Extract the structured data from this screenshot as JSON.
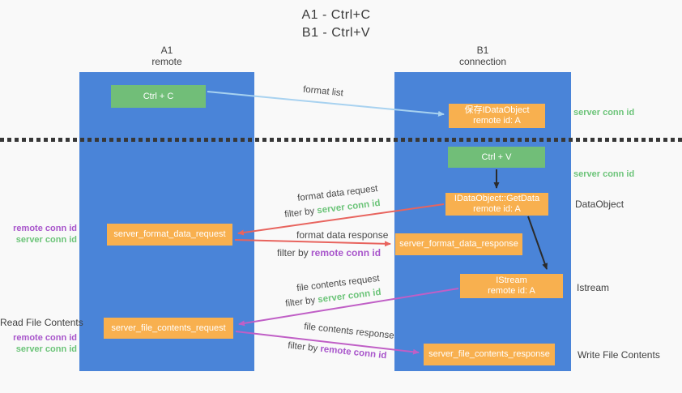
{
  "title": {
    "line1": "A1 - Ctrl+C",
    "line2": "B1 - Ctrl+V"
  },
  "columns": {
    "left": {
      "name": "A1",
      "subtitle": "remote"
    },
    "right": {
      "name": "B1",
      "subtitle": "connection"
    }
  },
  "boxes": {
    "ctrl_c": "Ctrl + C",
    "ctrl_v": "Ctrl + V",
    "save_idataobject": {
      "line1": "保存IDataObject",
      "line2": "remote id: A"
    },
    "getdata": {
      "line1": "IDataObject::GetData",
      "line2": "remote id: A"
    },
    "istream": {
      "line1": "IStream",
      "line2": "remote id: A"
    },
    "format_request": "server_format_data_request",
    "format_response": "server_format_data_response",
    "file_request": "server_file_contents_request",
    "file_response": "server_file_contents_response"
  },
  "mid_labels": {
    "format_list": "format list",
    "format_data_request": "format data request",
    "format_data_response": "format data response",
    "file_contents_request": "file contents request",
    "file_contents_response": "file contents response",
    "filter_by": "filter by ",
    "server_conn_id": "server conn id",
    "remote_conn_id": "remote conn id"
  },
  "side_labels": {
    "left": {
      "remote_conn_id": "remote conn id",
      "server_conn_id": "server conn id",
      "read_file_contents": "Read File Contents"
    },
    "right": {
      "server_conn_id": "server conn id",
      "dataobject": "DataObject",
      "istream": "Istream",
      "write_file_contents": "Write File Contents"
    }
  },
  "colors": {
    "background": "#f9f9f9",
    "lane_blue": "#4a84d8",
    "box_green": "#71be78",
    "box_orange": "#f8b04f",
    "arrow_lightblue": "#a8d2f0",
    "arrow_red": "#e8645e",
    "arrow_magenta": "#c05fc6",
    "arrow_black": "#2b2b2b",
    "text_green": "#6cc479",
    "text_purple": "#a855cb",
    "text_dark": "#3f3f3f"
  }
}
